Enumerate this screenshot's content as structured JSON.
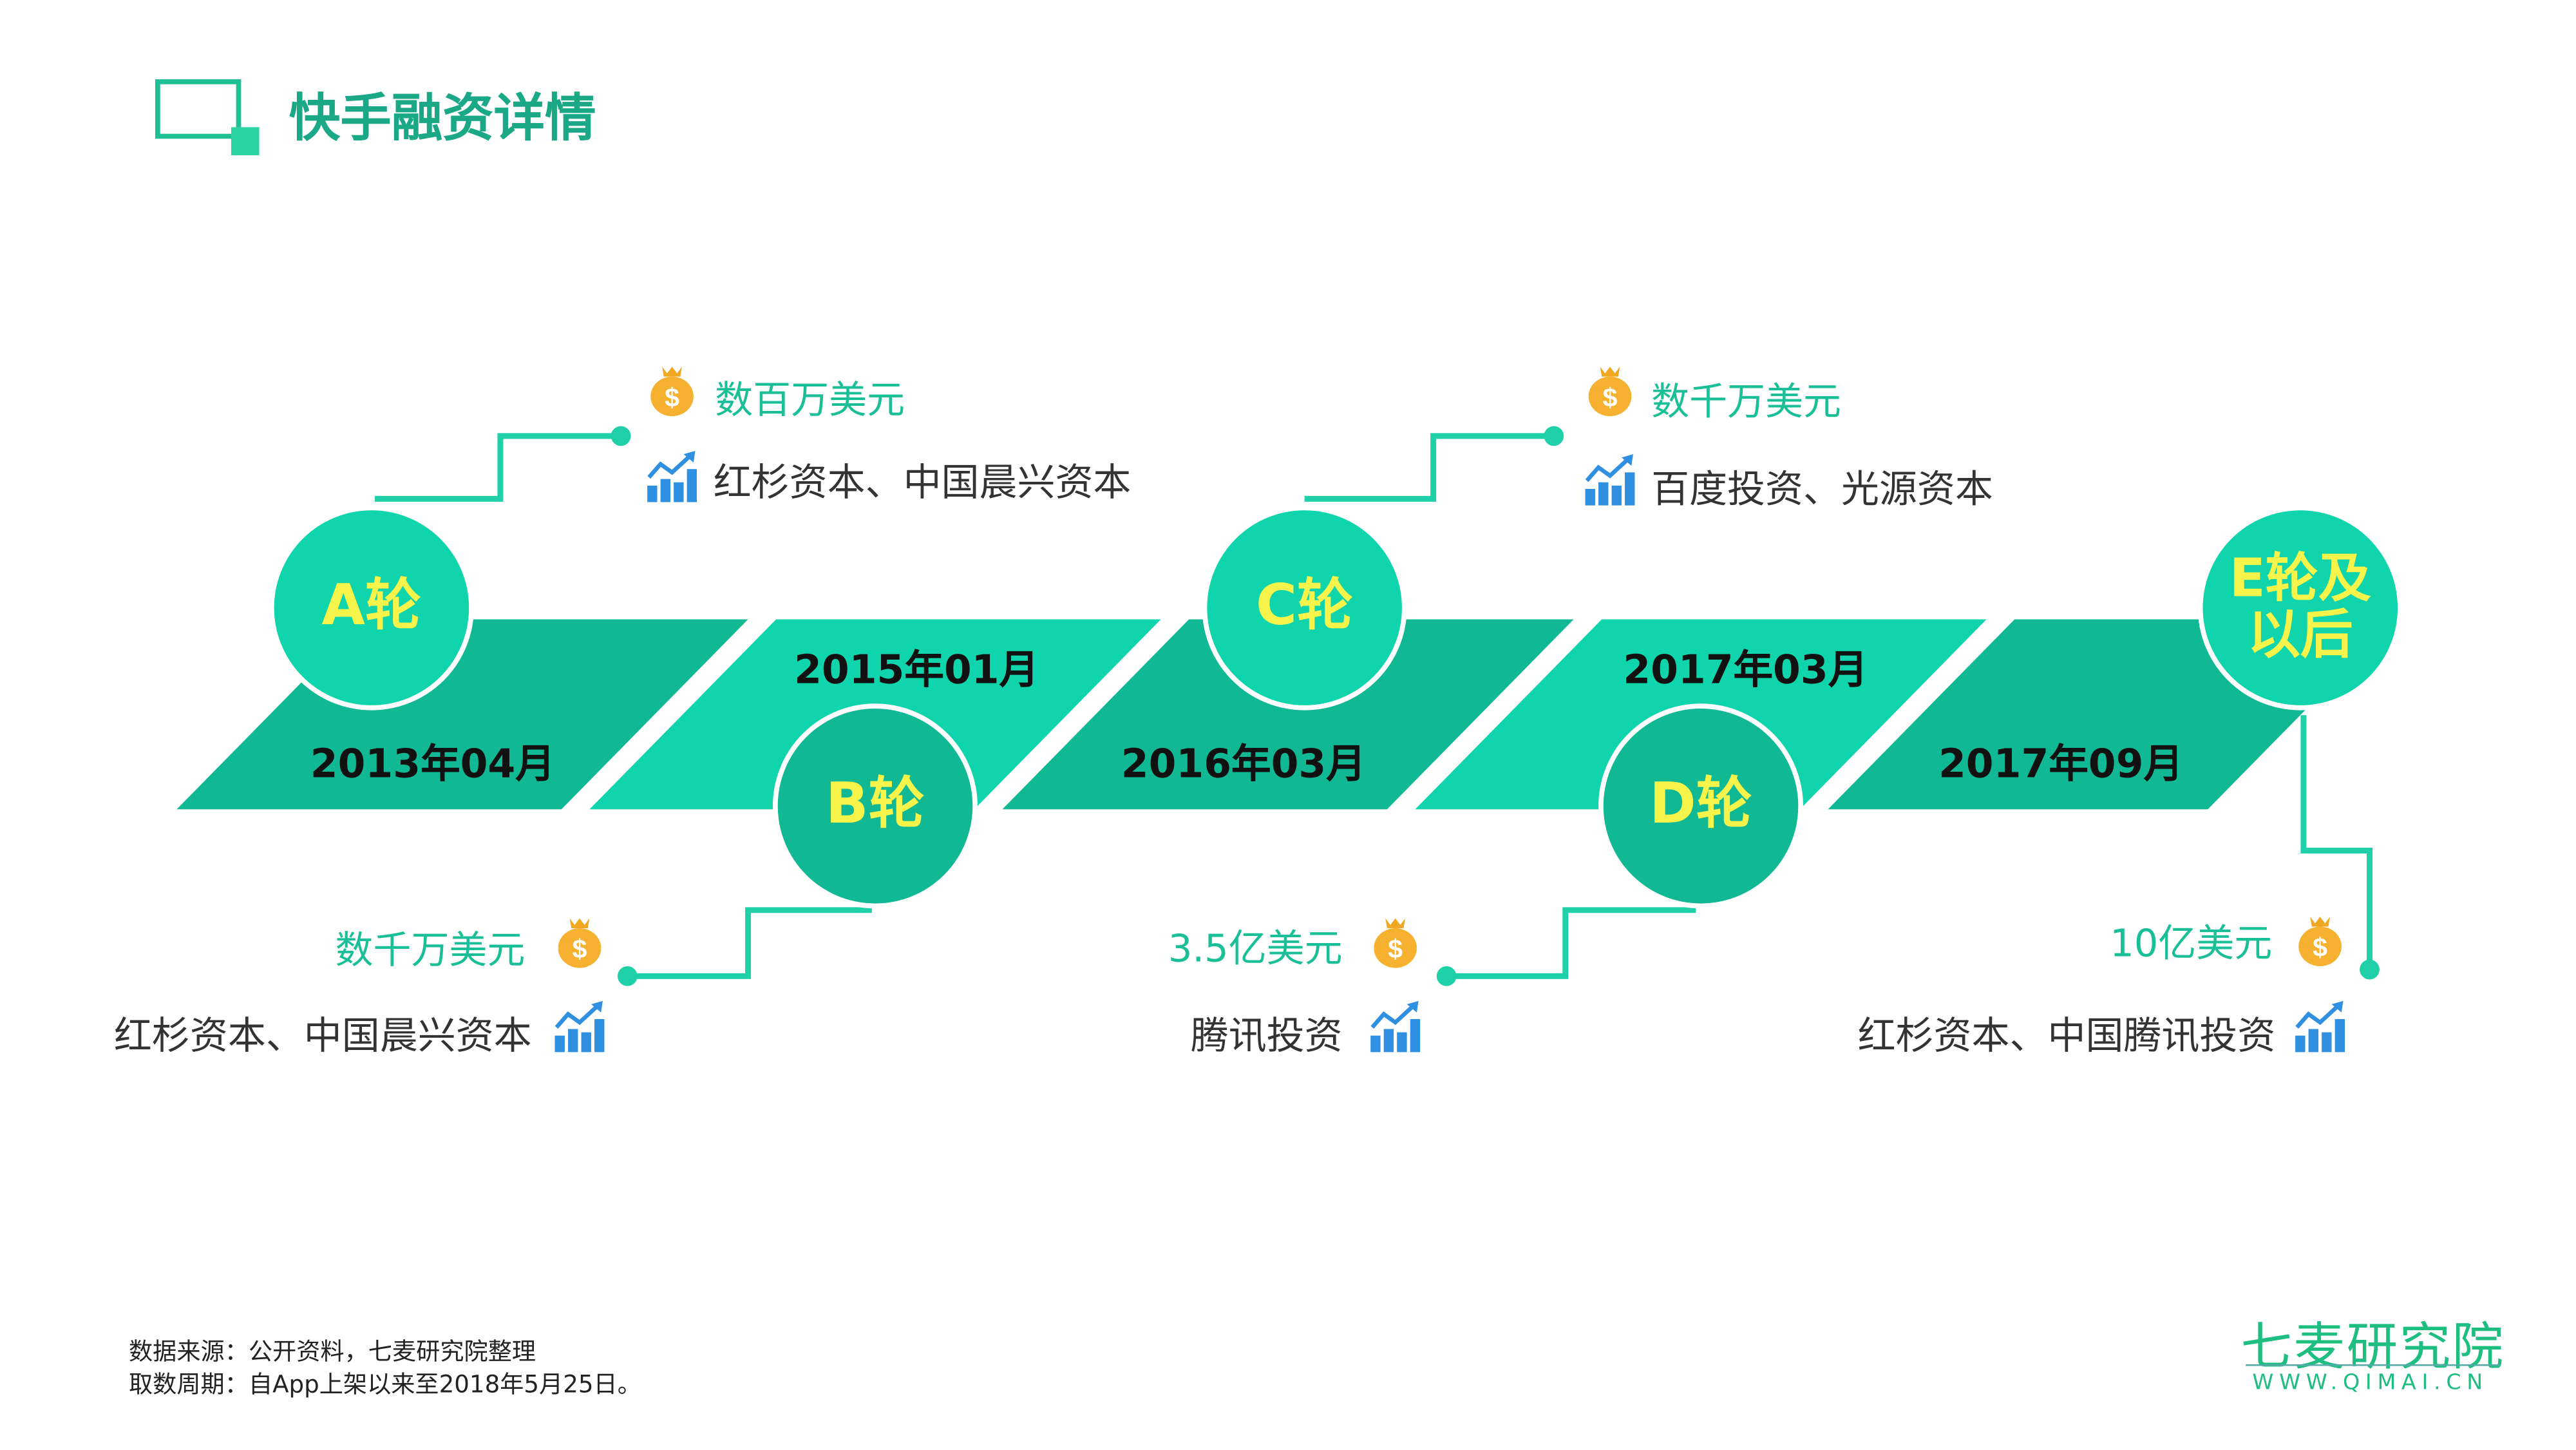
{
  "title": "快手融资详情",
  "colors": {
    "dark": "#10b994",
    "light": "#10d4ac",
    "accent": "#1bbf97",
    "round_label": "#f6f34a"
  },
  "rounds": [
    {
      "label": "A轮",
      "date": "2013年04月",
      "amount": "数百万美元",
      "investors": "红杉资本、中国晨兴资本"
    },
    {
      "label": "B轮",
      "date": "2015年01月",
      "amount": "数千万美元",
      "investors": "红杉资本、中国晨兴资本"
    },
    {
      "label": "C轮",
      "date": "2016年03月",
      "amount": "数千万美元",
      "investors": "百度投资、光源资本"
    },
    {
      "label": "D轮",
      "date": "2017年03月",
      "amount": "3.5亿美元",
      "investors": "腾讯投资"
    },
    {
      "label": "E轮及以后",
      "date": "2017年09月",
      "amount": "10亿美元",
      "investors": "红杉资本、中国腾讯投资"
    }
  ],
  "icons": {
    "amount": "money-bag-icon",
    "investors": "growth-chart-icon"
  },
  "footer": {
    "source": "数据来源：公开资料，七麦研究院整理",
    "period": "取数周期：自App上架以来至2018年5月25日。"
  },
  "logo": {
    "name": "七麦研究院",
    "url": "WWW.QIMAI.CN"
  }
}
